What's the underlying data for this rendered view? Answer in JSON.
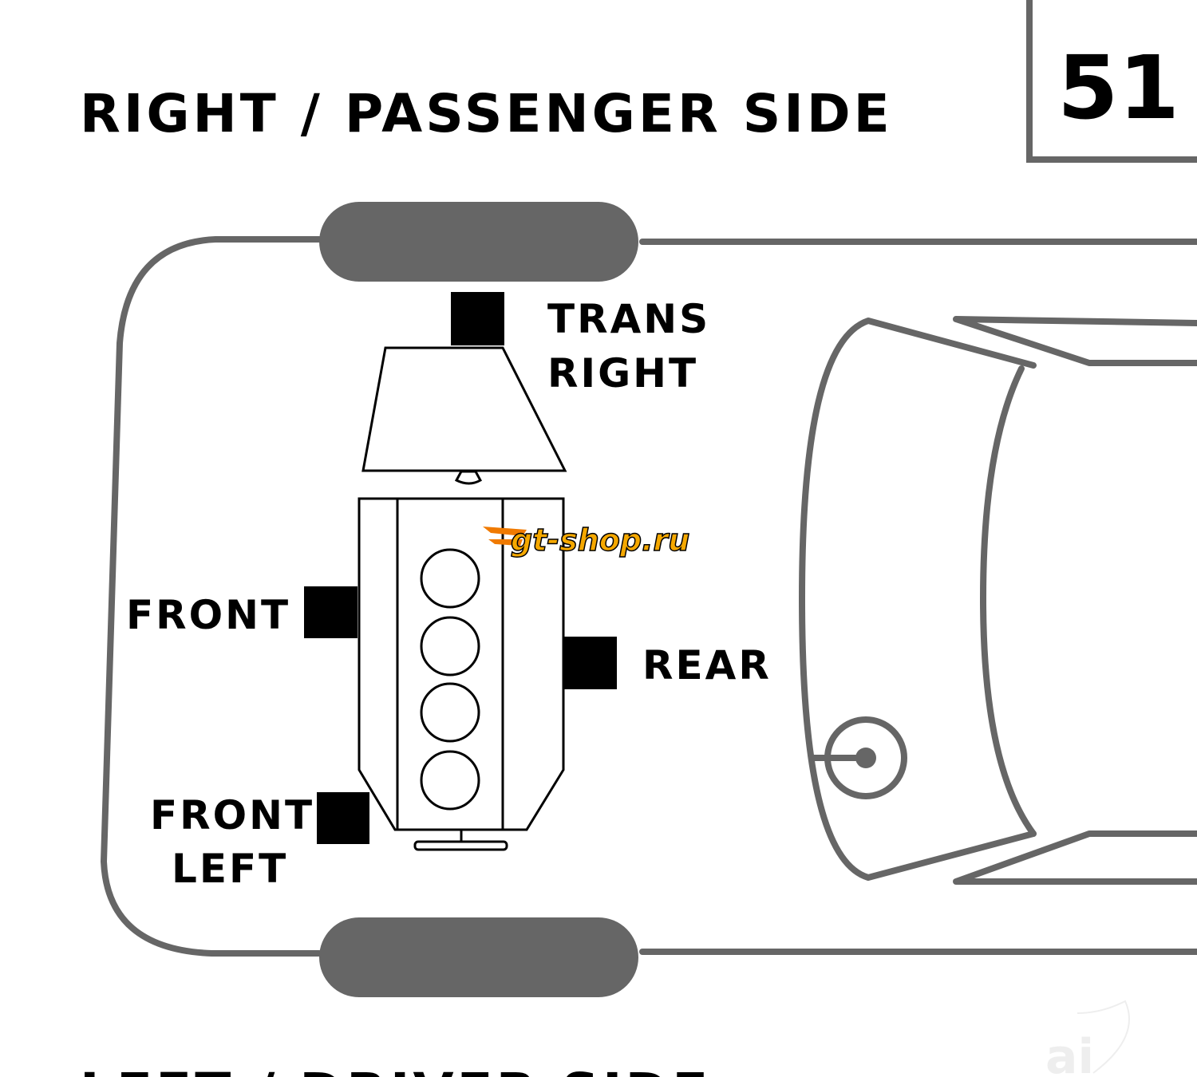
{
  "diagram": {
    "top_label": "RIGHT / PASSENGER SIDE",
    "bottom_label": "LEFT / DRIVER SIDE",
    "page_number": "51",
    "mounts": {
      "trans_right": [
        "TRANS",
        "RIGHT"
      ],
      "front": "FRONT",
      "rear": "REAR",
      "front_left": [
        "FRONT",
        "LEFT"
      ]
    },
    "watermark": "gt-shop.ru",
    "corner_watermark": "ai",
    "colors": {
      "body": "#666666",
      "mount": "#000000",
      "logo": "#f5a800"
    }
  }
}
